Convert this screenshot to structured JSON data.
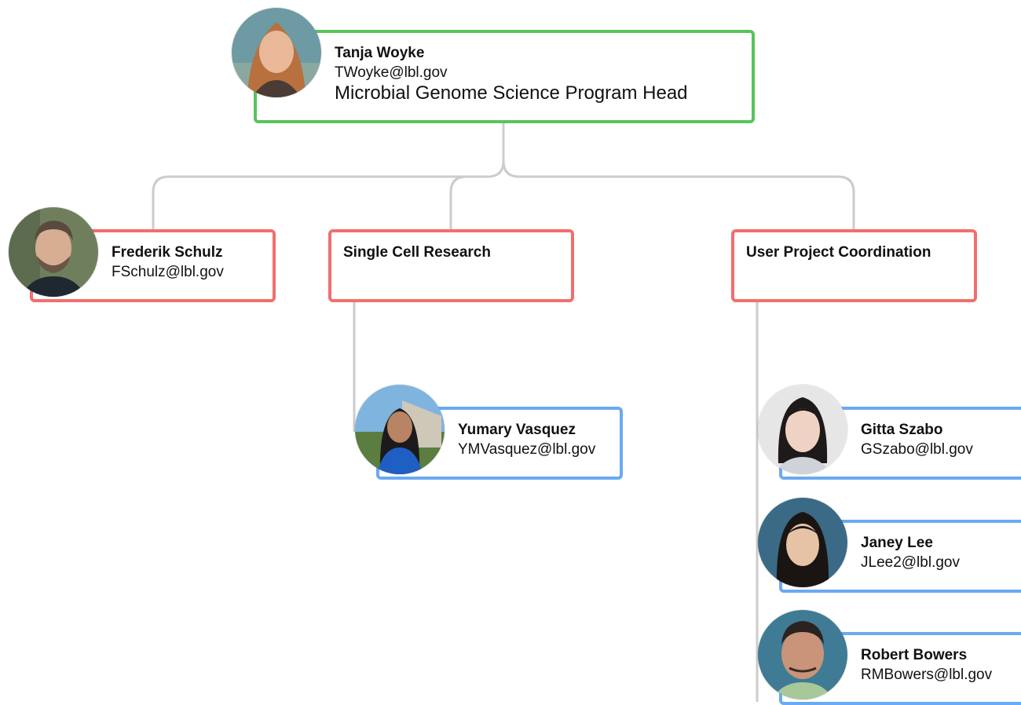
{
  "root": {
    "name": "Tanja Woyke",
    "email": "TWoyke@lbl.gov",
    "title": "Microbial Genome Science Program Head"
  },
  "level1": [
    {
      "name": "Frederik Schulz",
      "email": "FSchulz@lbl.gov"
    },
    {
      "name": "Single Cell Research"
    },
    {
      "name": "User Project Coordination"
    }
  ],
  "single_cell_members": [
    {
      "name": "Yumary Vasquez",
      "email": "YMVasquez@lbl.gov"
    }
  ],
  "user_project_members": [
    {
      "name": "Gitta Szabo",
      "email": "GSzabo@lbl.gov"
    },
    {
      "name": "Janey Lee",
      "email": "JLee2@lbl.gov"
    },
    {
      "name": "Robert Bowers",
      "email": "RMBowers@lbl.gov"
    }
  ],
  "colors": {
    "root_border": "#58c45b",
    "group_border": "#f26e6e",
    "member_border": "#6aaaf2",
    "connector": "#cccccc"
  },
  "icons": {
    "photo": "person-photo-icon"
  }
}
